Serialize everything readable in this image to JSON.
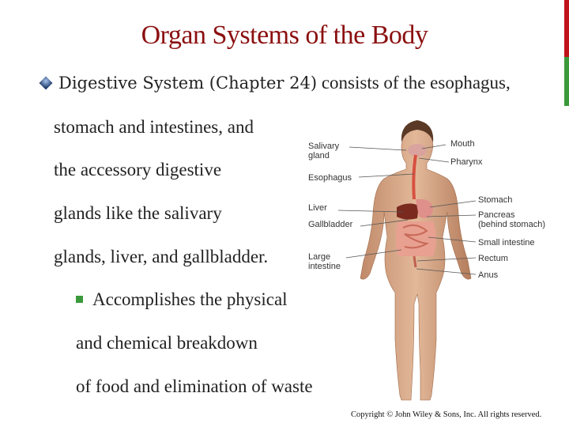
{
  "title": "Organ Systems of the Body",
  "colors": {
    "title": "#8b0f0f",
    "accent_red": "#c0121a",
    "accent_green": "#3a9a3a",
    "bullet_blue": "#23406e"
  },
  "bullet": {
    "icon": "diamond-bullet-icon",
    "emphasis": "Digestive System (Chapter 24)",
    "rest_first_line": " consists of the esophagus,",
    "lines": [
      "stomach and intestines, and",
      "the accessory digestive",
      "glands like the salivary",
      "glands, liver, and gallbladder."
    ]
  },
  "sub_bullet": {
    "icon": "square-bullet-icon",
    "lines": [
      "Accomplishes the physical",
      "and chemical breakdown",
      "of food and elimination of waste"
    ]
  },
  "figure": {
    "labels_left": [
      [
        "Salivary",
        "gland"
      ],
      [
        "Esophagus"
      ],
      [
        "Liver"
      ],
      [
        "Gallbladder"
      ],
      [
        "Large",
        "intestine"
      ]
    ],
    "labels_right": [
      [
        "Mouth"
      ],
      [
        "Pharynx"
      ],
      [
        "Stomach"
      ],
      [
        "Pancreas",
        "(behind stomach)"
      ],
      [
        "Small intestine"
      ],
      [
        "Rectum"
      ],
      [
        "Anus"
      ]
    ]
  },
  "copyright": "Copyright © John Wiley & Sons, Inc. All rights reserved."
}
